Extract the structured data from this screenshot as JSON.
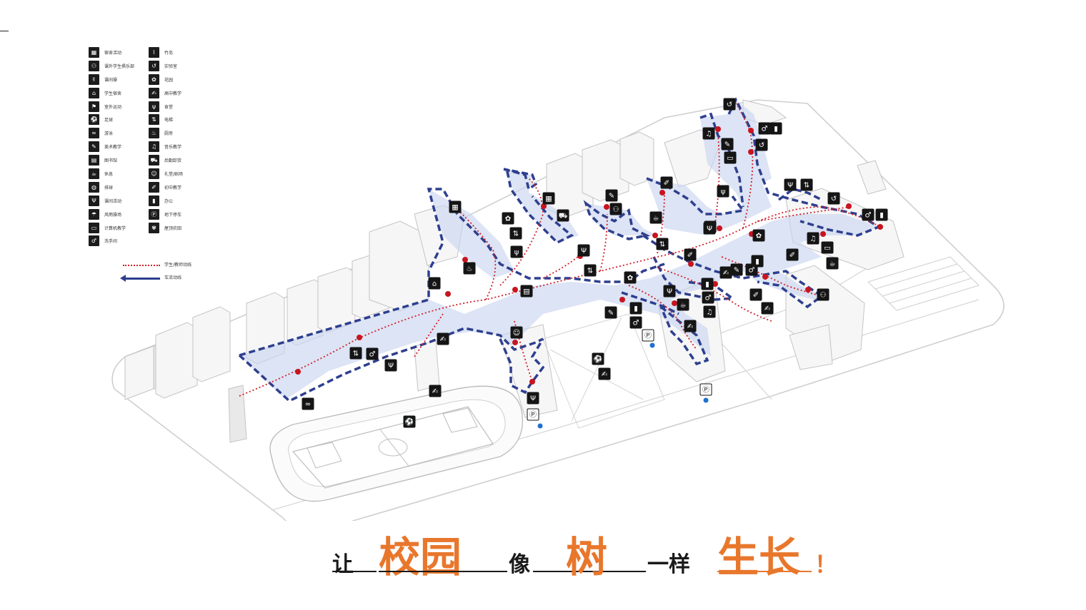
{
  "legend": {
    "col1": [
      {
        "icon": "dormitory-activity-icon",
        "glyph": "▦",
        "label": "宿舍活动"
      },
      {
        "icon": "student-club-icon",
        "glyph": "⚇",
        "label": "课外学生俱乐部"
      },
      {
        "icon": "break-exercise-icon",
        "glyph": "✌",
        "label": "课间操"
      },
      {
        "icon": "student-dorm-icon",
        "glyph": "⌂",
        "label": "学生宿舍"
      },
      {
        "icon": "outdoor-sport-icon",
        "glyph": "⚑",
        "label": "室外运动"
      },
      {
        "icon": "football-icon",
        "glyph": "⚽",
        "label": "足球"
      },
      {
        "icon": "swimming-icon",
        "glyph": "≈",
        "label": "游泳"
      },
      {
        "icon": "art-teaching-icon",
        "glyph": "✎",
        "label": "美术教学"
      },
      {
        "icon": "library-icon",
        "glyph": "▤",
        "label": "图书馆"
      },
      {
        "icon": "rest-icon",
        "glyph": "☕",
        "label": "休息"
      },
      {
        "icon": "volleyball-icon",
        "glyph": "◍",
        "label": "排球"
      },
      {
        "icon": "class-activity-icon",
        "glyph": "Ψ",
        "label": "课间活动"
      },
      {
        "icon": "rain-playground-icon",
        "glyph": "☂",
        "label": "风雨操场"
      },
      {
        "icon": "computer-teaching-icon",
        "glyph": "▭",
        "label": "计算机教学"
      },
      {
        "icon": "restroom-icon",
        "glyph": "♂",
        "label": "洗手间"
      }
    ],
    "col2": [
      {
        "icon": "bamboo-island-icon",
        "glyph": "⌇",
        "label": "竹岛"
      },
      {
        "icon": "laboratory-icon",
        "glyph": "↺",
        "label": "实验室"
      },
      {
        "icon": "garden-icon",
        "glyph": "✿",
        "label": "花园"
      },
      {
        "icon": "senior-high-teaching-icon",
        "glyph": "✍",
        "label": "高中教学"
      },
      {
        "icon": "canteen-icon",
        "glyph": "ψ",
        "label": "食堂"
      },
      {
        "icon": "elevator-icon",
        "glyph": "⇅",
        "label": "电梯"
      },
      {
        "icon": "kitchen-icon",
        "glyph": "♨",
        "label": "厨房"
      },
      {
        "icon": "music-teaching-icon",
        "glyph": "♫",
        "label": "音乐教学"
      },
      {
        "icon": "logistics-unloading-icon",
        "glyph": "⛟",
        "label": "后勤卸货"
      },
      {
        "icon": "auditorium-theater-icon",
        "glyph": "☺",
        "label": "礼堂/剧场"
      },
      {
        "icon": "junior-high-teaching-icon",
        "glyph": "✐",
        "label": "初中教学"
      },
      {
        "icon": "office-icon",
        "glyph": "▮",
        "label": "办公"
      },
      {
        "icon": "underground-parking-icon",
        "glyph": "Ⓟ",
        "label": "地下停车"
      },
      {
        "icon": "rooftop-farm-icon",
        "glyph": "✾",
        "label": "屋顶农田"
      }
    ]
  },
  "flow_key": {
    "pedestrian_label": "学生/教师动线",
    "vehicle_label": "车流动线",
    "pedestrian_color": "#d0202a",
    "vehicle_color": "#2e3f8f"
  },
  "slogan": {
    "w1": "让",
    "w2": "校园",
    "w3": "像",
    "w4": "树",
    "w5": "一样",
    "w6": "生长",
    "w7": "！",
    "accent_color": "#e8772c"
  },
  "map_icons": {
    "dorm": "▦",
    "club": "⚇",
    "exercise": "✌",
    "sdorm": "⌂",
    "sport": "⚑",
    "football": "⚽",
    "swim": "≈",
    "art": "✎",
    "lib": "▤",
    "rest": "☕",
    "volley": "◍",
    "activity": "Ψ",
    "gym": "☂",
    "computer": "▭",
    "wc": "♂",
    "bamboo": "⌇",
    "lab": "↺",
    "garden": "✿",
    "senior": "✍",
    "canteen": "ψ",
    "lift": "⇅",
    "kitchen": "♨",
    "music": "♫",
    "logistics": "⛟",
    "theater": "☺",
    "junior": "✐",
    "office": "▮",
    "parking": "Ⓟ",
    "farm": "✾"
  }
}
